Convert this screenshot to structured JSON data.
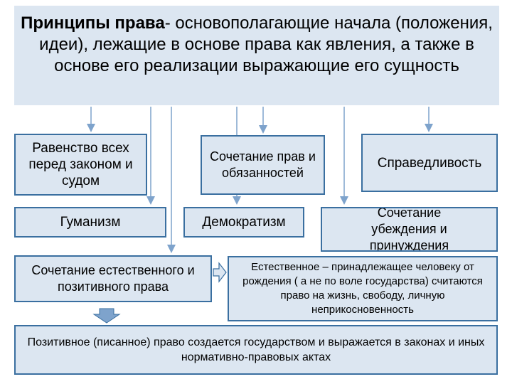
{
  "header": {
    "title_bold": "Принципы права",
    "title_rest": "- основополагающие начала (положения, идеи), лежащие в основе права как явления, а также в основе его реализации выражающие его сущность"
  },
  "principles": {
    "equality": "Равенство всех перед законом и судом",
    "rights_duties": "Сочетание прав и обязанностей",
    "justice": "Справедливость",
    "humanism": "Гуманизм",
    "democratism": "Демократизм",
    "persuasion_coercion": "Сочетание убеждения и принуждения",
    "natural_positive": "Сочетание естественного и позитивного права"
  },
  "notes": {
    "natural_law": "Естественное – принадлежащее человеку от рождения ( а не по воле государства) считаются право на жизнь, свободу, личную неприкосновенность",
    "positive_law": "Позитивное (писанное) право создается государством и выражается в законах и иных нормативно-правовых актах"
  },
  "colors": {
    "box_fill": "#dce6f1",
    "border": "#3a6fa0",
    "arrow": "#7ea3cc"
  }
}
